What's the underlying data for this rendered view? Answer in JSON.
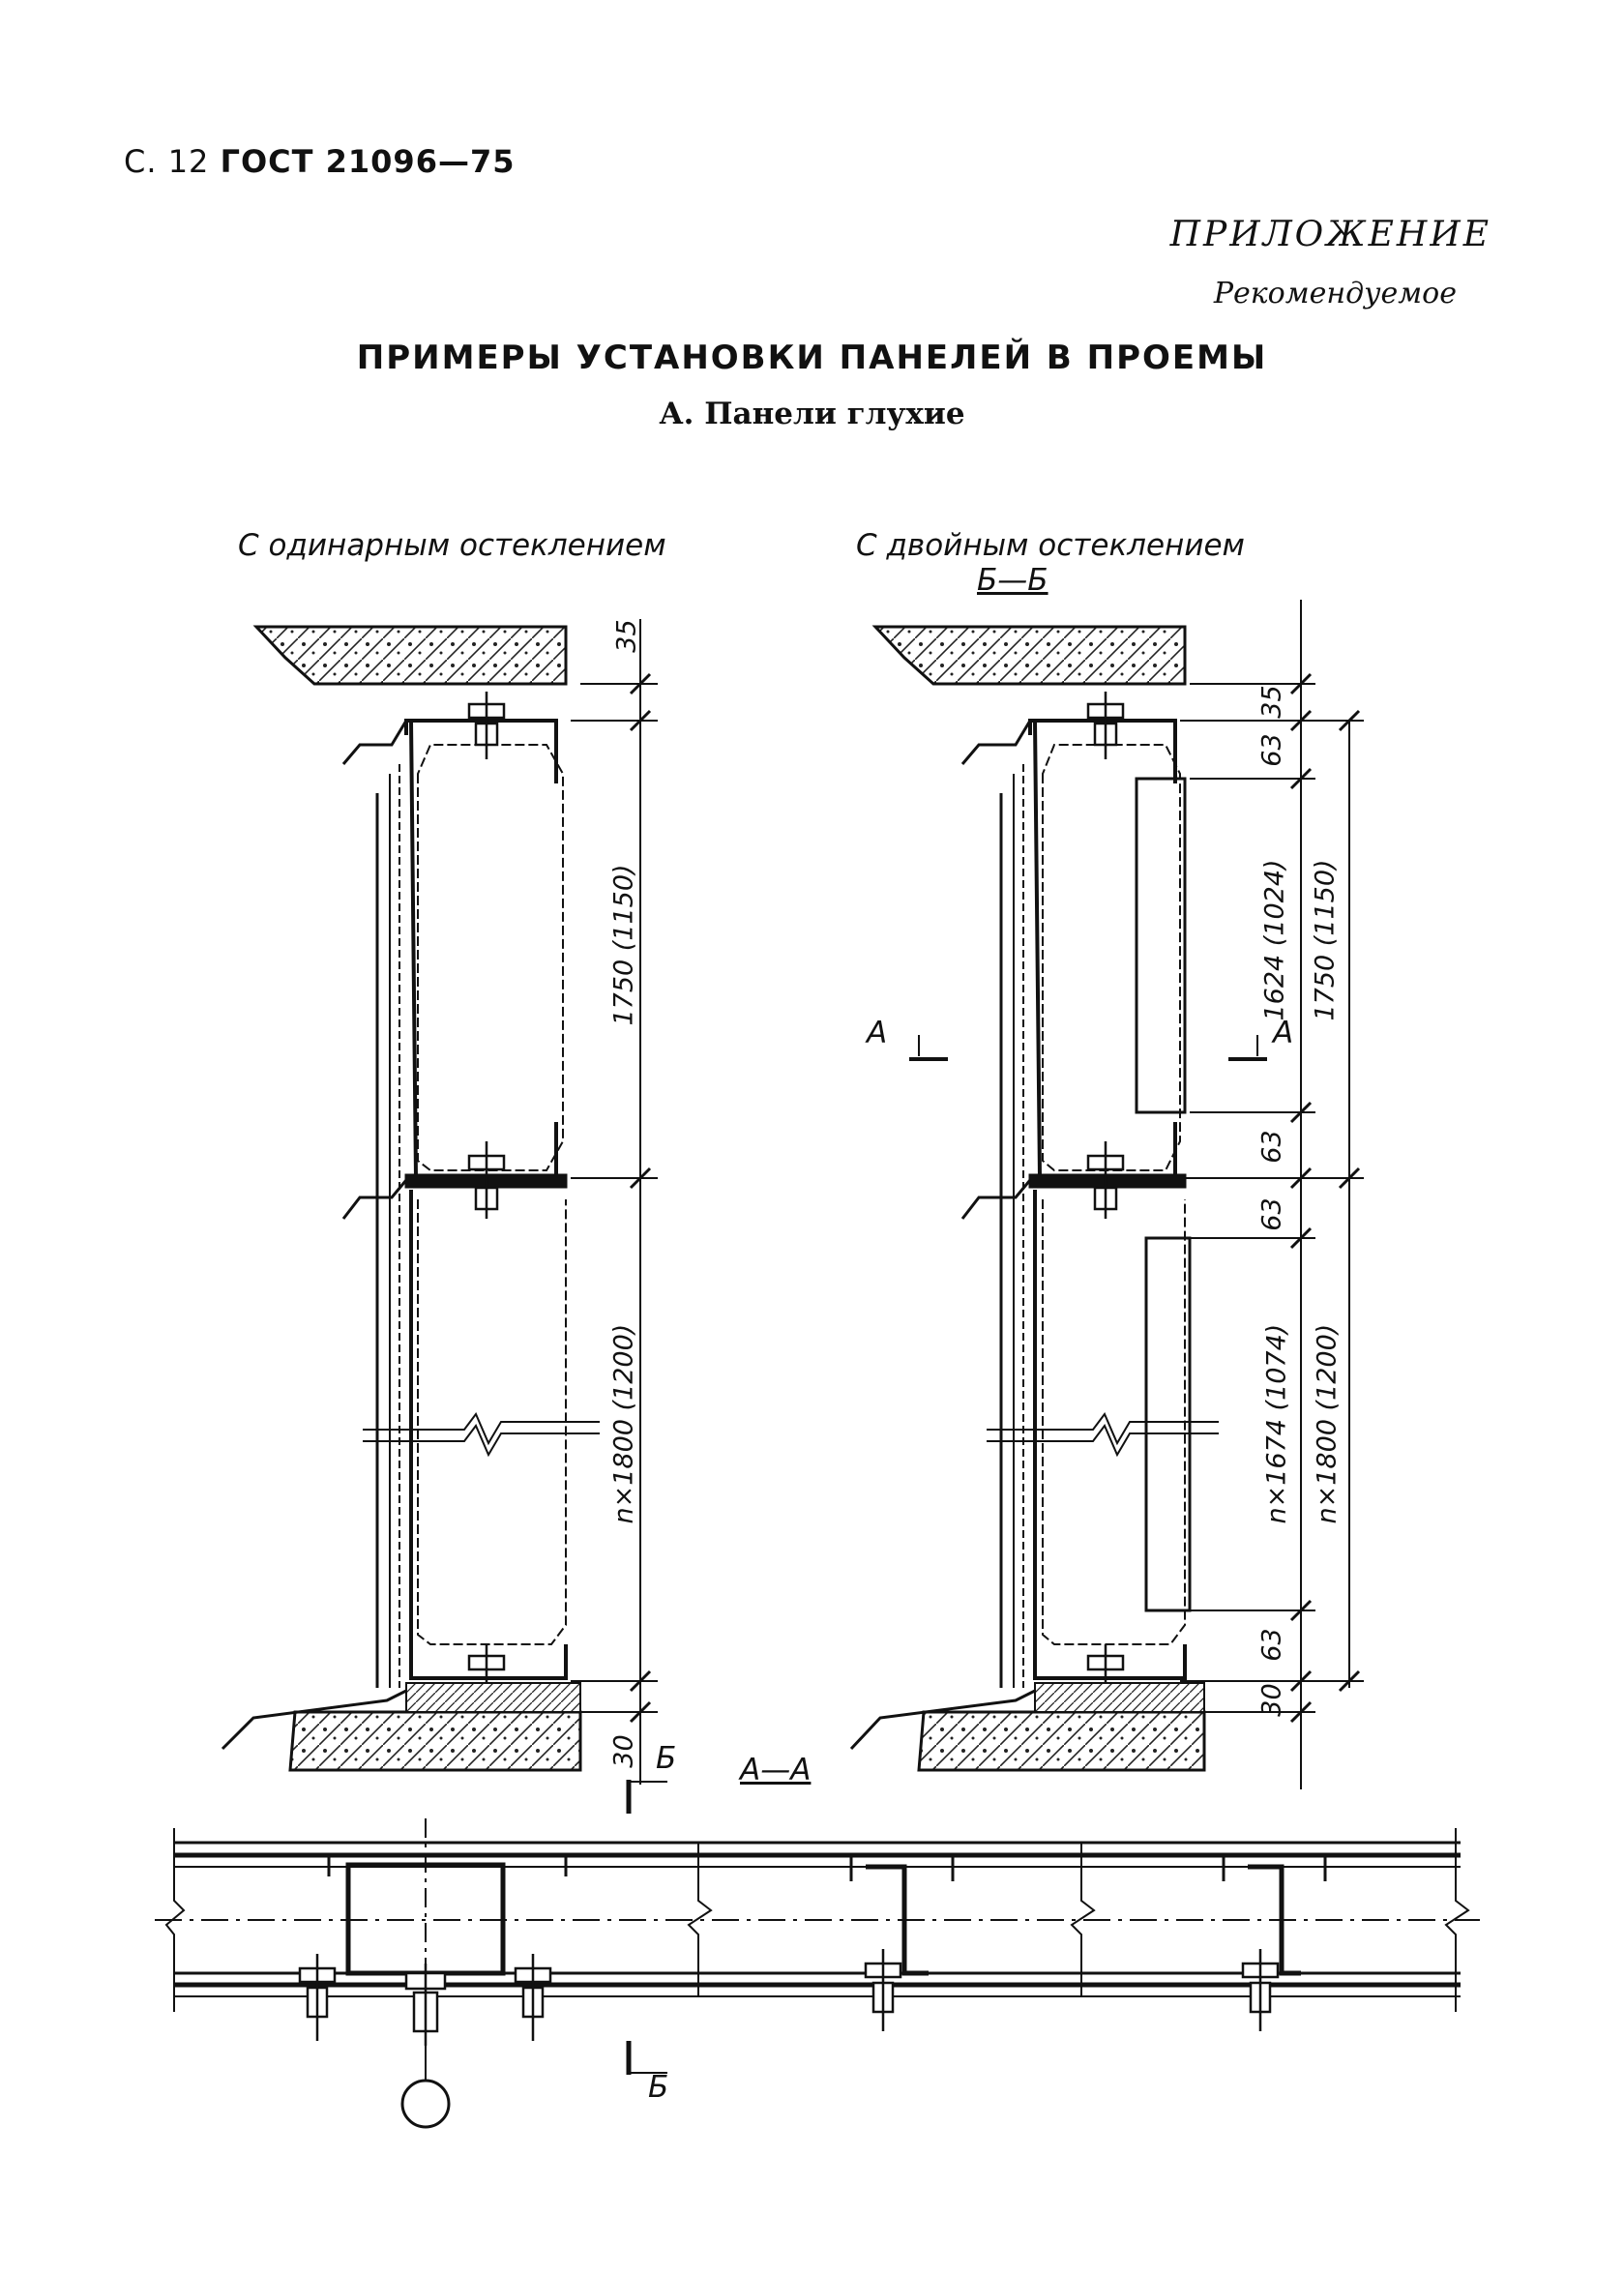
{
  "header": {
    "page": "С. 12",
    "standard": "ГОСТ 21096—75"
  },
  "appendix": {
    "title": "ПРИЛОЖЕНИЕ",
    "subtitle": "Рекомендуемое"
  },
  "heading": {
    "title": "ПРИМЕРЫ УСТАНОВКИ ПАНЕЛЕЙ В ПРОЕМЫ",
    "section": "А. Панели глухие"
  },
  "drawings": {
    "single": {
      "label": "С одинарным остеклением"
    },
    "double": {
      "label": "С двойным остеклением",
      "section_label": "Б—Б"
    },
    "plan": {
      "section_label": "А—А"
    }
  },
  "dimensions": {
    "single": {
      "top": "35",
      "upper": "1750 (1150)",
      "lower": "n×1800 (1200)",
      "bottom": "30"
    },
    "double": {
      "top": "35",
      "gap1": "63",
      "glass1": "1624 (1024)",
      "upper": "1750 (1150)",
      "gap2": "63",
      "gap3": "63",
      "glass2": "n×1674 (1074)",
      "lower": "n×1800 (1200)",
      "gap4": "63",
      "bottom": "30"
    }
  },
  "section_marks": {
    "a": "А",
    "b": "Б"
  }
}
